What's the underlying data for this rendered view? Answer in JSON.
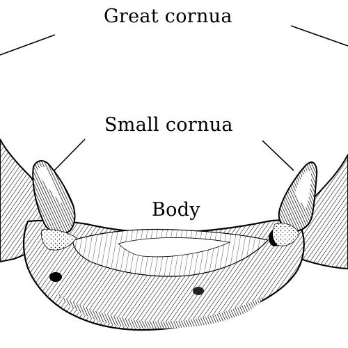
{
  "labels": {
    "great_cornua": "Great cornua",
    "small_cornua": "Small cornua",
    "body": "Body"
  },
  "colors": {
    "ink": "#000000",
    "paper": "#ffffff"
  }
}
